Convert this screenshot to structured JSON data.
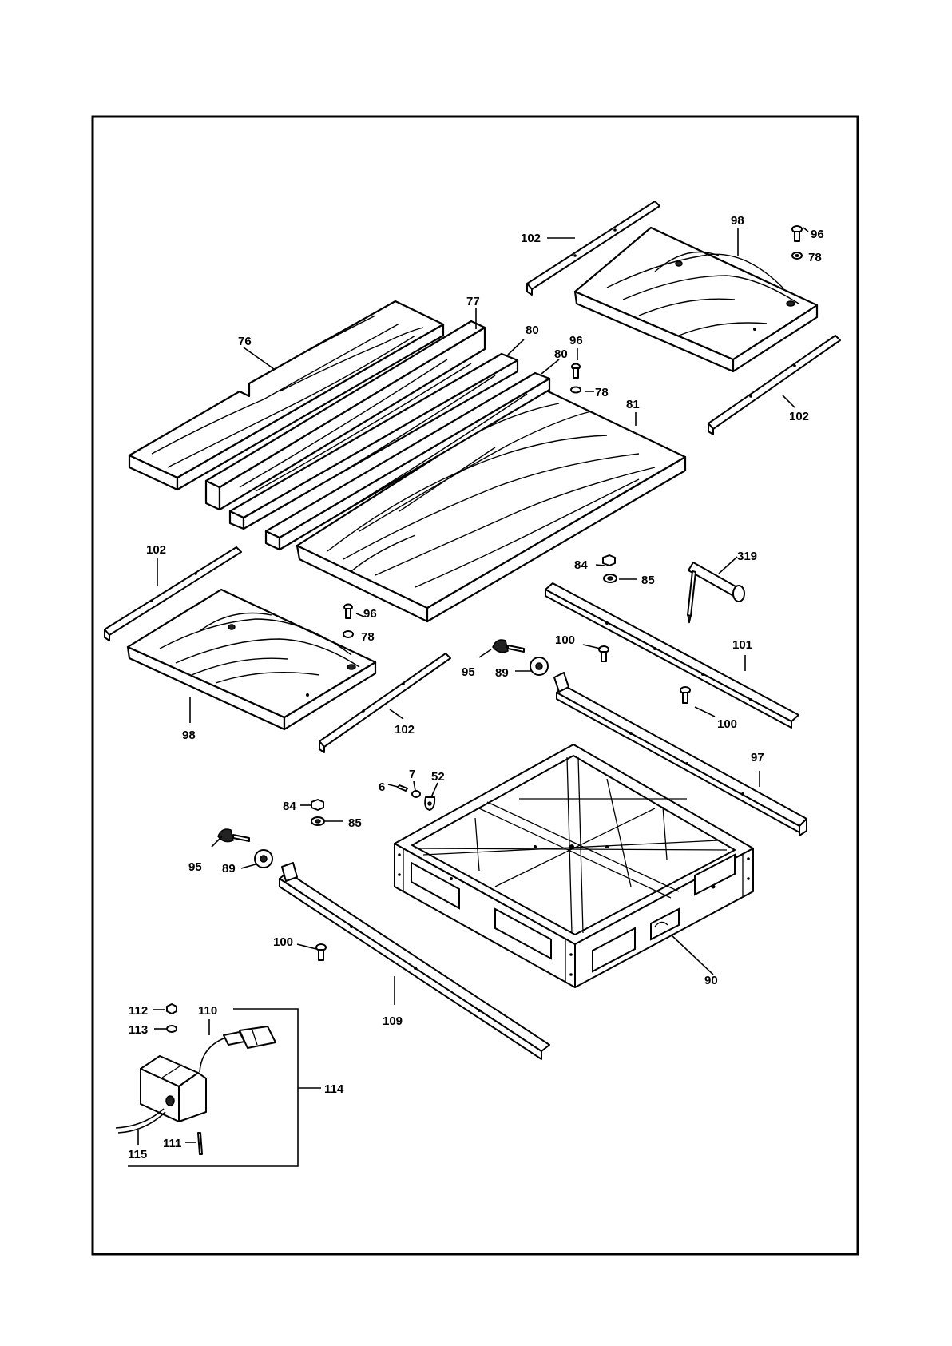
{
  "labels": {
    "p76": "76",
    "p77": "77",
    "p80a": "80",
    "p80b": "80",
    "p81": "81",
    "p96a": "96",
    "p78a": "78",
    "p98a": "98",
    "p96b": "96",
    "p78b": "78",
    "p102a": "102",
    "p102b": "102",
    "p102c": "102",
    "p102d": "102",
    "p98b": "98",
    "p96c": "96",
    "p78c": "78",
    "p84a": "84",
    "p85a": "85",
    "p319": "319",
    "p100a": "100",
    "p101": "101",
    "p95a": "95",
    "p89a": "89",
    "p100b": "100",
    "p97": "97",
    "p7": "7",
    "p6": "6",
    "p52": "52",
    "p84b": "84",
    "p85b": "85",
    "p95b": "95",
    "p89b": "89",
    "p100c": "100",
    "p90": "90",
    "p109": "109",
    "p112": "112",
    "p113": "113",
    "p110": "110",
    "p114": "114",
    "p111": "111",
    "p115": "115"
  }
}
